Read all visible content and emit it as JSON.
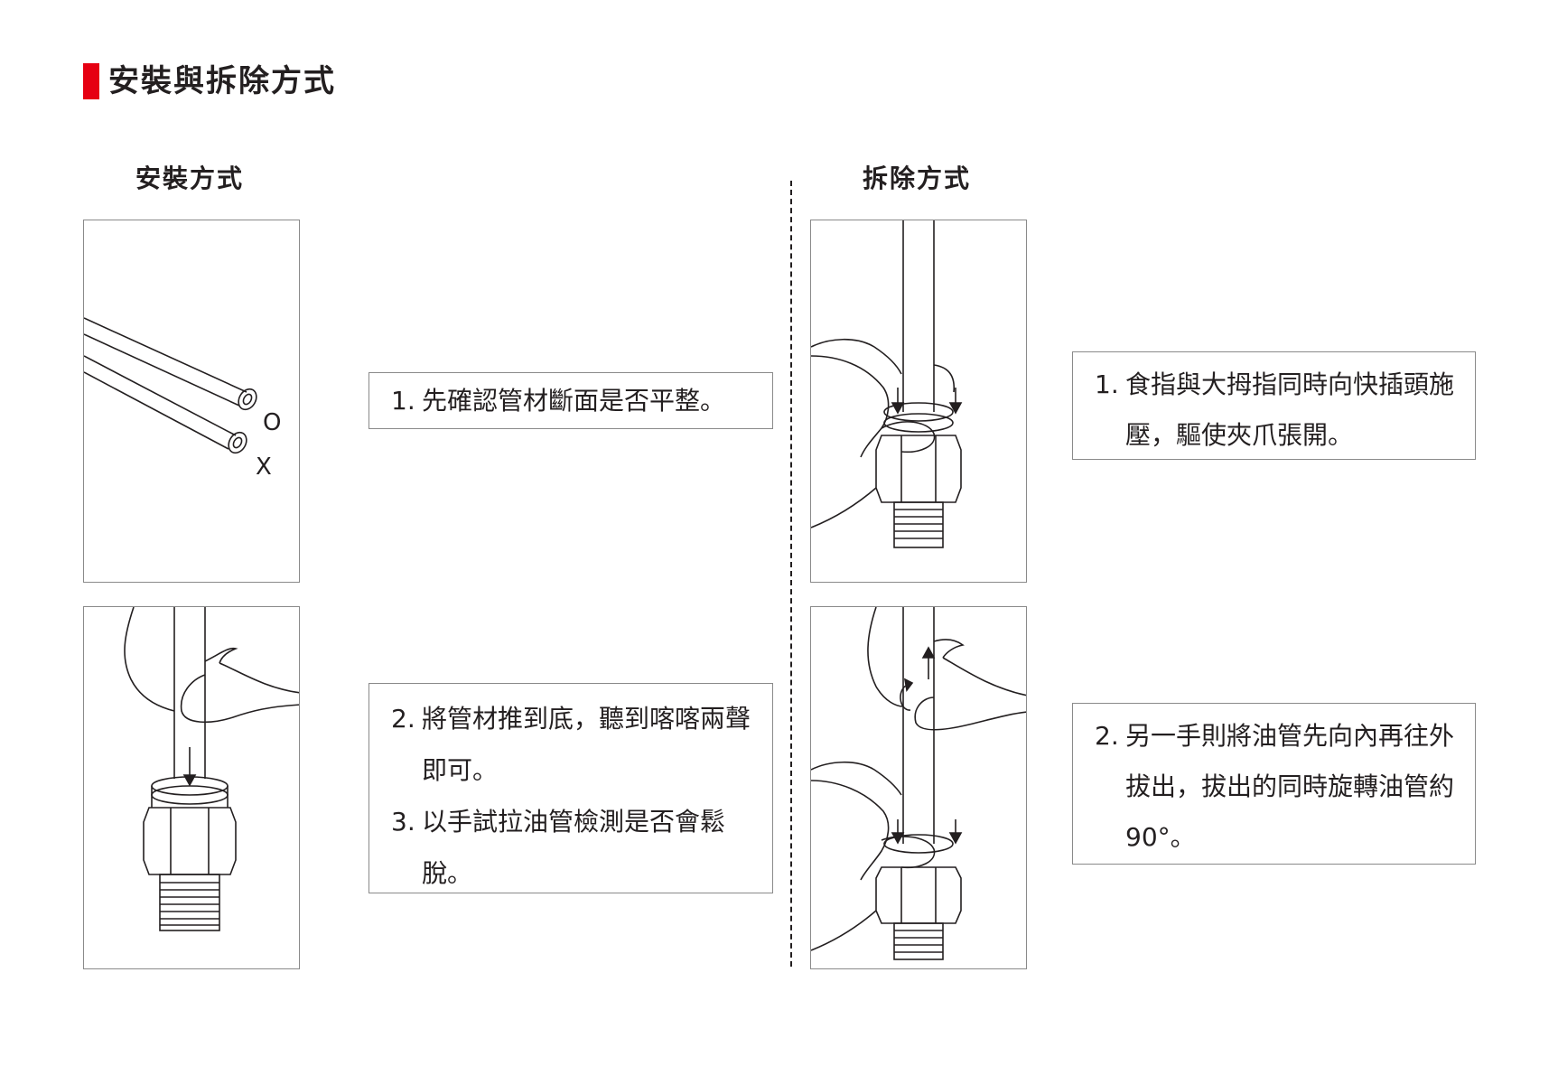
{
  "page_title": "安裝與拆除方式",
  "colors": {
    "accent": "#e60012",
    "text": "#231f20",
    "border": "#8a8a8a"
  },
  "install": {
    "heading": "安裝方式",
    "labels": {
      "good": "O",
      "bad": "X"
    },
    "steps": [
      {
        "num": "1.",
        "text": "先確認管材斷面是否平整。"
      },
      {
        "num": "2.",
        "text": "將管材推到底，聽到喀喀兩聲即可。"
      },
      {
        "num": "3.",
        "text": "以手試拉油管檢測是否會鬆脫。"
      }
    ]
  },
  "remove": {
    "heading": "拆除方式",
    "steps": [
      {
        "num": "1.",
        "text": "食指與大拇指同時向快插頭施壓，驅使夾爪張開。"
      },
      {
        "num": "2.",
        "text": "另一手則將油管先向內再往外拔出，拔出的同時旋轉油管約90°。"
      }
    ]
  },
  "icons": [
    "tube-ends-icon",
    "push-tube-icon",
    "press-collet-icon",
    "pull-rotate-icon"
  ]
}
